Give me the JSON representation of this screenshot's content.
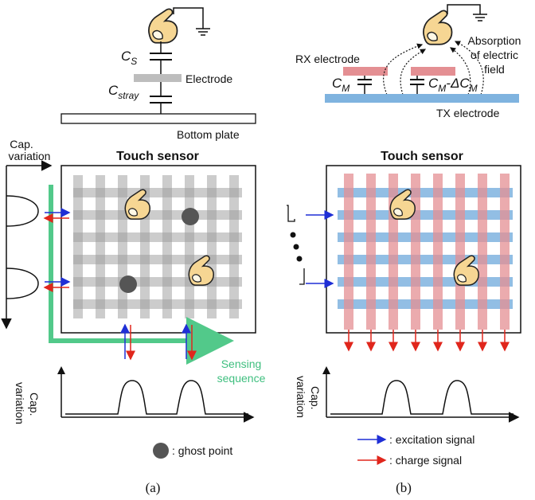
{
  "colors": {
    "excitation": "#1f2fd6",
    "charge": "#e0261c",
    "sensing_sequence": "#52c98a",
    "grid_gray": "#999999",
    "rx_pink": "#e48f93",
    "tx_blue": "#7fb3df",
    "finger_skin": "#f6d693",
    "ghost_point": "#555555"
  },
  "panel_a": {
    "cs_main": "C",
    "cs_sub": "S",
    "cstray_main": "C",
    "cstray_sub": "stray",
    "electrode": "Electrode",
    "bottom_plate": "Bottom plate",
    "cap_variation_line1": "Cap.",
    "cap_variation_line2": "variation",
    "touch_sensor": "Touch sensor",
    "sensing_line1": "Sensing",
    "sensing_line2": "sequence",
    "ghost_point_legend": ": ghost point",
    "caption": "(a)"
  },
  "panel_b": {
    "rx_electrode": "RX electrode",
    "absorption_line1": "Absorption",
    "absorption_line2": "of electric",
    "absorption_line3": "field",
    "cm_main": "C",
    "cm_sub": "M",
    "cmdelta_a": "C",
    "cmdelta_a_sub": "M",
    "cmdelta_b": "-ΔC",
    "cmdelta_b_sub": "M",
    "tx_electrode": "TX electrode",
    "touch_sensor": "Touch sensor",
    "cap_variation_line1": "Cap.",
    "cap_variation_line2": "variation",
    "excitation_legend": ": excitation signal",
    "charge_legend": ": charge signal",
    "caption": "(b)"
  }
}
